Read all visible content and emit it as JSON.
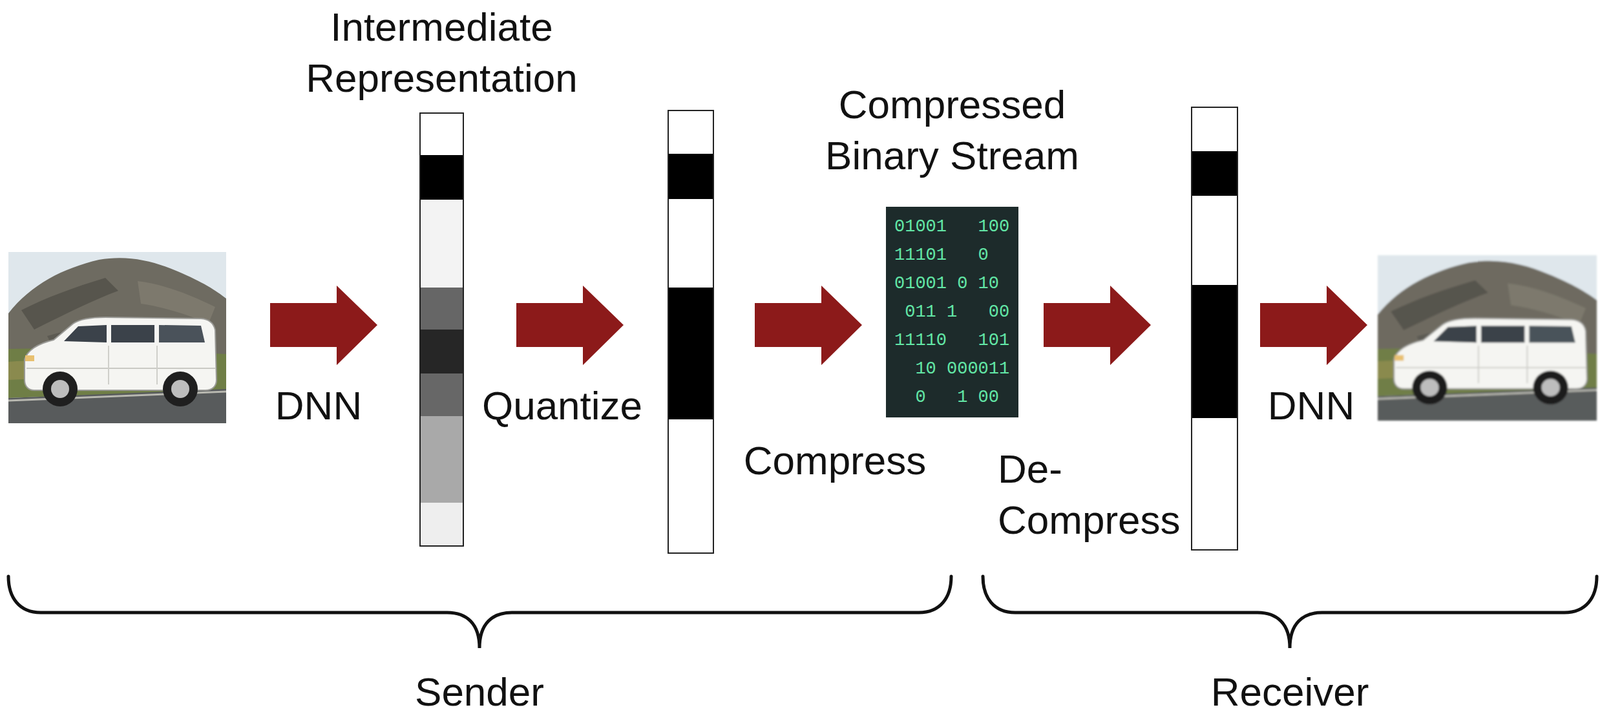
{
  "diagram": {
    "nodes": [
      {
        "text": [
          "Intermediate Representation"
        ]
      },
      {
        "text": [
          "Compressed Binary Stream",
          "01001   100",
          "11101   0",
          "01001 0 10",
          "011 1   00",
          "11110   101",
          "10 000011",
          "0   1 00"
        ]
      }
    ],
    "labels": [
      "DNN",
      "Quantize",
      "Compress",
      "De- Compress",
      "DNN",
      "Sender",
      "Receiver"
    ]
  }
}
